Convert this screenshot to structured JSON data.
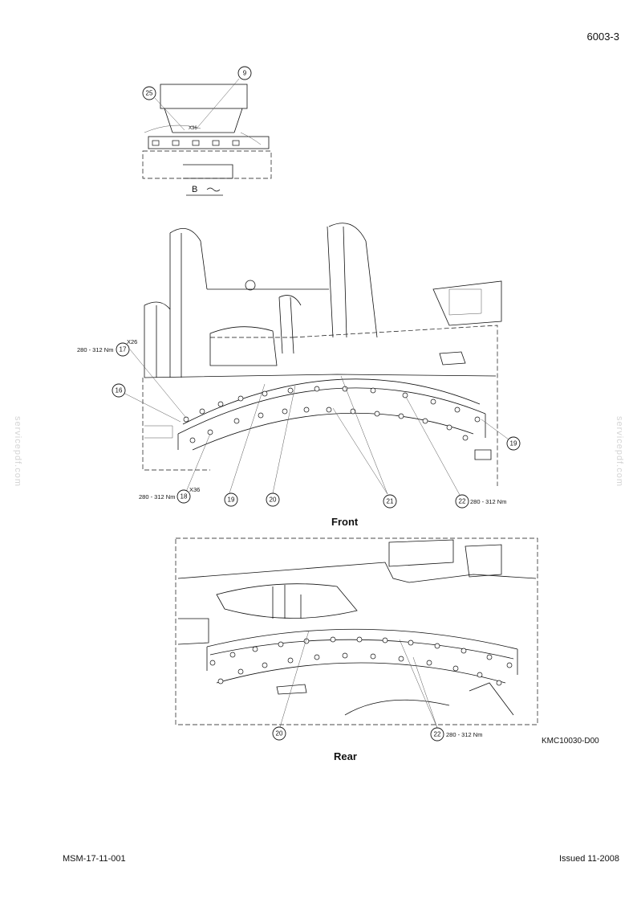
{
  "header": {
    "page_number": "6003-3"
  },
  "detail_view": {
    "label": "B",
    "callouts": [
      "25",
      "9"
    ],
    "bolt_label": "X36"
  },
  "front_view": {
    "caption": "Front",
    "callouts": [
      "17",
      "16",
      "18",
      "19",
      "20",
      "21",
      "22",
      "19"
    ],
    "torque_17": "280 - 312 Nm",
    "torque_18": "280 - 312 Nm",
    "torque_22": "280 - 312 Nm",
    "count_17": "X26",
    "count_18": "X36"
  },
  "rear_view": {
    "caption": "Rear",
    "callouts": [
      "20",
      "22"
    ],
    "torque_22": "280 - 312 Nm",
    "drawing_code": "KMC10030-D00"
  },
  "footer": {
    "doc_number": "MSM-17-11-001",
    "issued": "Issued 11-2008"
  },
  "watermark": {
    "text": "servicepdf.com"
  }
}
